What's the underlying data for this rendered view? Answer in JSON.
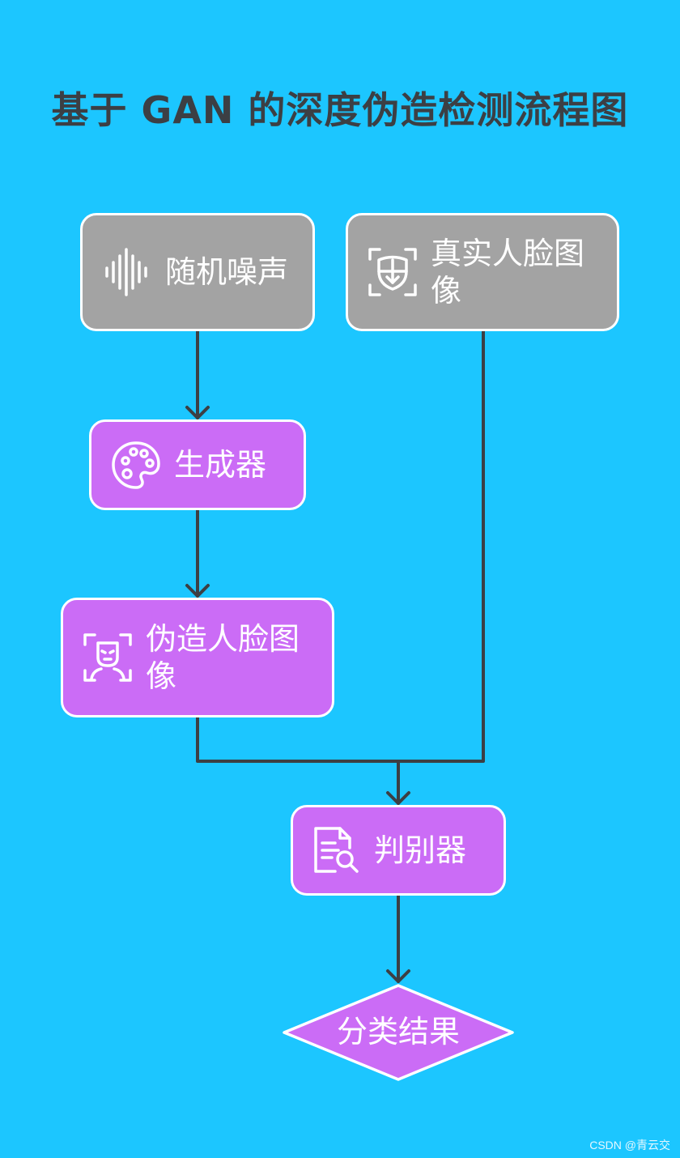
{
  "title": "基于 GAN 的深度伪造检测流程图",
  "nodes": {
    "noise": {
      "label": "随机噪声",
      "icon": "sound-wave-icon"
    },
    "real_face": {
      "label": "真实人脸图像",
      "icon": "face-scan-icon"
    },
    "generator": {
      "label": "生成器",
      "icon": "palette-icon"
    },
    "fake_face": {
      "label": "伪造人脸图像",
      "icon": "face-recognition-icon"
    },
    "discriminator": {
      "label": "判别器",
      "icon": "document-search-icon"
    },
    "result": {
      "label": "分类结果",
      "shape": "diamond"
    }
  },
  "edges": [
    {
      "from": "随机噪声",
      "to": "生成器"
    },
    {
      "from": "生成器",
      "to": "伪造人脸图像"
    },
    {
      "from": "伪造人脸图像",
      "to": "判别器"
    },
    {
      "from": "真实人脸图像",
      "to": "判别器"
    },
    {
      "from": "判别器",
      "to": "分类结果"
    }
  ],
  "colors": {
    "background": "#1cc6ff",
    "input_node": "#a3a3a3",
    "process_node": "#cb6cf6",
    "border": "#ffffff",
    "connector": "#3c3f44",
    "title": "#3c3f44"
  },
  "watermark": "CSDN @青云交"
}
